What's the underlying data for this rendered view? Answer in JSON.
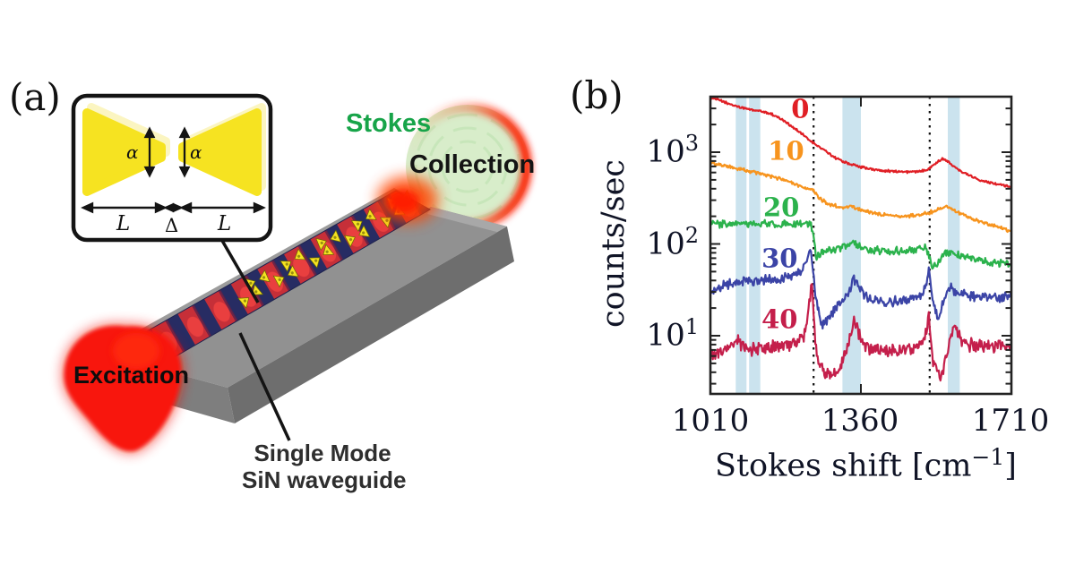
{
  "panel_a": {
    "panel_label": "(a)",
    "stokes_label": "Stokes",
    "collection_label": "Collection",
    "excitation_label": "Excitation",
    "waveguide_label_line1": "Single Mode",
    "waveguide_label_line2": "SiN waveguide",
    "inset": {
      "alpha_left": "α",
      "alpha_right": "α",
      "dim_left": "L",
      "dim_center": "Δ",
      "dim_right": "L",
      "bowtie_pair_count": 10,
      "antenna_color": "#f6e321"
    },
    "colors": {
      "excitation_glow": "#f3170d",
      "stokes_disc": "#d8edca",
      "stokes_rim": "#ff2000",
      "mode_red": "#c62f38",
      "mode_navy": "#272c63",
      "substrate_top": "#919191",
      "substrate_front": "#6e6e6e"
    }
  },
  "panel_b": {
    "panel_label": "(b)"
  },
  "chart_data": {
    "type": "line",
    "log_y": true,
    "xlim": [
      1010,
      1710
    ],
    "ylim": [
      2.3,
      4200
    ],
    "grid": false,
    "ylabel": "counts/sec",
    "xlabel": {
      "text": "Stokes shift [cm",
      "sup": "−1",
      "close": "]"
    },
    "x_ticks": [
      {
        "value": 1010,
        "label": "1010"
      },
      {
        "value": 1360,
        "label": "1360"
      },
      {
        "value": 1710,
        "label": "1710"
      }
    ],
    "y_ticks": [
      {
        "value": 1000,
        "base": "10",
        "exp": "3"
      },
      {
        "value": 100,
        "base": "10",
        "exp": "2"
      },
      {
        "value": 10,
        "base": "10",
        "exp": "1"
      }
    ],
    "guide_lines_cm": [
      1250,
      1520
    ],
    "highlight_bands_cm": [
      [
        1069,
        1094
      ],
      [
        1100,
        1126
      ],
      [
        1317,
        1360
      ],
      [
        1562,
        1590
      ]
    ],
    "band_color": "#cbe3ee",
    "series": [
      {
        "name": "0",
        "label": "0",
        "color": "#e01f25",
        "label_at": [
          1219,
          2880
        ],
        "noise": 0.01,
        "points": [
          [
            1010,
            4000
          ],
          [
            1046,
            3460
          ],
          [
            1071,
            3150
          ],
          [
            1098,
            2940
          ],
          [
            1125,
            2810
          ],
          [
            1150,
            2630
          ],
          [
            1175,
            2300
          ],
          [
            1202,
            1875
          ],
          [
            1223,
            1570
          ],
          [
            1250,
            1250
          ],
          [
            1275,
            1050
          ],
          [
            1300,
            870
          ],
          [
            1328,
            760
          ],
          [
            1355,
            700
          ],
          [
            1384,
            650
          ],
          [
            1422,
            625
          ],
          [
            1459,
            610
          ],
          [
            1489,
            610
          ],
          [
            1516,
            655
          ],
          [
            1537,
            780
          ],
          [
            1553,
            855
          ],
          [
            1572,
            730
          ],
          [
            1599,
            595
          ],
          [
            1631,
            510
          ],
          [
            1662,
            465
          ],
          [
            1689,
            440
          ],
          [
            1710,
            420
          ]
        ]
      },
      {
        "name": "10",
        "label": "10",
        "color": "#f7941e",
        "label_at": [
          1186,
          1000
        ],
        "noise": 0.016,
        "points": [
          [
            1010,
            765
          ],
          [
            1066,
            670
          ],
          [
            1108,
            610
          ],
          [
            1140,
            560
          ],
          [
            1171,
            510
          ],
          [
            1202,
            455
          ],
          [
            1234,
            405
          ],
          [
            1250,
            380
          ],
          [
            1265,
            310
          ],
          [
            1286,
            270
          ],
          [
            1317,
            250
          ],
          [
            1342,
            255
          ],
          [
            1369,
            227
          ],
          [
            1411,
            208
          ],
          [
            1453,
            199
          ],
          [
            1484,
            203
          ],
          [
            1516,
            217
          ],
          [
            1543,
            243
          ],
          [
            1562,
            255
          ],
          [
            1589,
            217
          ],
          [
            1620,
            185
          ],
          [
            1652,
            166
          ],
          [
            1683,
            152
          ],
          [
            1710,
            138
          ]
        ]
      },
      {
        "name": "20",
        "label": "20",
        "color": "#2bb24c",
        "label_at": [
          1175,
          243
        ],
        "noise": 0.032,
        "points": [
          [
            1010,
            163
          ],
          [
            1100,
            165
          ],
          [
            1180,
            164
          ],
          [
            1244,
            166
          ],
          [
            1257,
            71
          ],
          [
            1267,
            79
          ],
          [
            1286,
            84
          ],
          [
            1307,
            90
          ],
          [
            1328,
            92
          ],
          [
            1342,
            103
          ],
          [
            1353,
            96
          ],
          [
            1380,
            86
          ],
          [
            1422,
            84
          ],
          [
            1463,
            84
          ],
          [
            1495,
            88
          ],
          [
            1511,
            92
          ],
          [
            1526,
            56
          ],
          [
            1539,
            63
          ],
          [
            1553,
            77
          ],
          [
            1568,
            83
          ],
          [
            1599,
            72
          ],
          [
            1631,
            66
          ],
          [
            1662,
            63
          ],
          [
            1689,
            62
          ],
          [
            1710,
            60
          ]
        ]
      },
      {
        "name": "30",
        "label": "30",
        "color": "#3b44a6",
        "label_at": [
          1171,
          67.5
        ],
        "noise": 0.04,
        "points": [
          [
            1010,
            29
          ],
          [
            1046,
            36
          ],
          [
            1087,
            39
          ],
          [
            1129,
            40
          ],
          [
            1171,
            42
          ],
          [
            1202,
            45
          ],
          [
            1223,
            50
          ],
          [
            1238,
            73
          ],
          [
            1244,
            81
          ],
          [
            1254,
            28
          ],
          [
            1265,
            14.5
          ],
          [
            1271,
            13.5
          ],
          [
            1286,
            16
          ],
          [
            1300,
            20
          ],
          [
            1317,
            23.5
          ],
          [
            1334,
            31
          ],
          [
            1342,
            42
          ],
          [
            1355,
            34
          ],
          [
            1369,
            28
          ],
          [
            1390,
            24
          ],
          [
            1422,
            23.5
          ],
          [
            1463,
            24
          ],
          [
            1495,
            26
          ],
          [
            1511,
            34
          ],
          [
            1518,
            50
          ],
          [
            1530,
            20
          ],
          [
            1539,
            15.5
          ],
          [
            1551,
            22
          ],
          [
            1568,
            33
          ],
          [
            1589,
            29
          ],
          [
            1620,
            27
          ],
          [
            1652,
            26.5
          ],
          [
            1683,
            26
          ],
          [
            1710,
            26
          ]
        ]
      },
      {
        "name": "40",
        "label": "40",
        "color": "#c41f4b",
        "label_at": [
          1171,
          14.7
        ],
        "noise": 0.055,
        "points": [
          [
            1010,
            6.1
          ],
          [
            1025,
            6.5
          ],
          [
            1046,
            7.1
          ],
          [
            1062,
            7.9
          ],
          [
            1071,
            9.5
          ],
          [
            1081,
            8.2
          ],
          [
            1094,
            6.9
          ],
          [
            1108,
            7.1
          ],
          [
            1129,
            7.4
          ],
          [
            1150,
            7.5
          ],
          [
            1171,
            7.8
          ],
          [
            1192,
            8.1
          ],
          [
            1213,
            8.6
          ],
          [
            1227,
            9.6
          ],
          [
            1240,
            22
          ],
          [
            1246,
            38
          ],
          [
            1254,
            8.4
          ],
          [
            1263,
            5.3
          ],
          [
            1275,
            4.1
          ],
          [
            1288,
            3.6
          ],
          [
            1300,
            4.0
          ],
          [
            1313,
            4.7
          ],
          [
            1323,
            6.0
          ],
          [
            1334,
            9.3
          ],
          [
            1344,
            15.7
          ],
          [
            1355,
            10.2
          ],
          [
            1365,
            8.3
          ],
          [
            1380,
            7.2
          ],
          [
            1401,
            6.9
          ],
          [
            1432,
            6.9
          ],
          [
            1463,
            7.0
          ],
          [
            1489,
            7.3
          ],
          [
            1505,
            8.6
          ],
          [
            1518,
            16.4
          ],
          [
            1526,
            5.6
          ],
          [
            1537,
            4.3
          ],
          [
            1545,
            3.5
          ],
          [
            1555,
            5.0
          ],
          [
            1568,
            9.4
          ],
          [
            1576,
            13.4
          ],
          [
            1589,
            9.9
          ],
          [
            1606,
            8.0
          ],
          [
            1631,
            7.7
          ],
          [
            1662,
            7.8
          ],
          [
            1689,
            8.0
          ],
          [
            1710,
            8.1
          ]
        ]
      }
    ]
  }
}
